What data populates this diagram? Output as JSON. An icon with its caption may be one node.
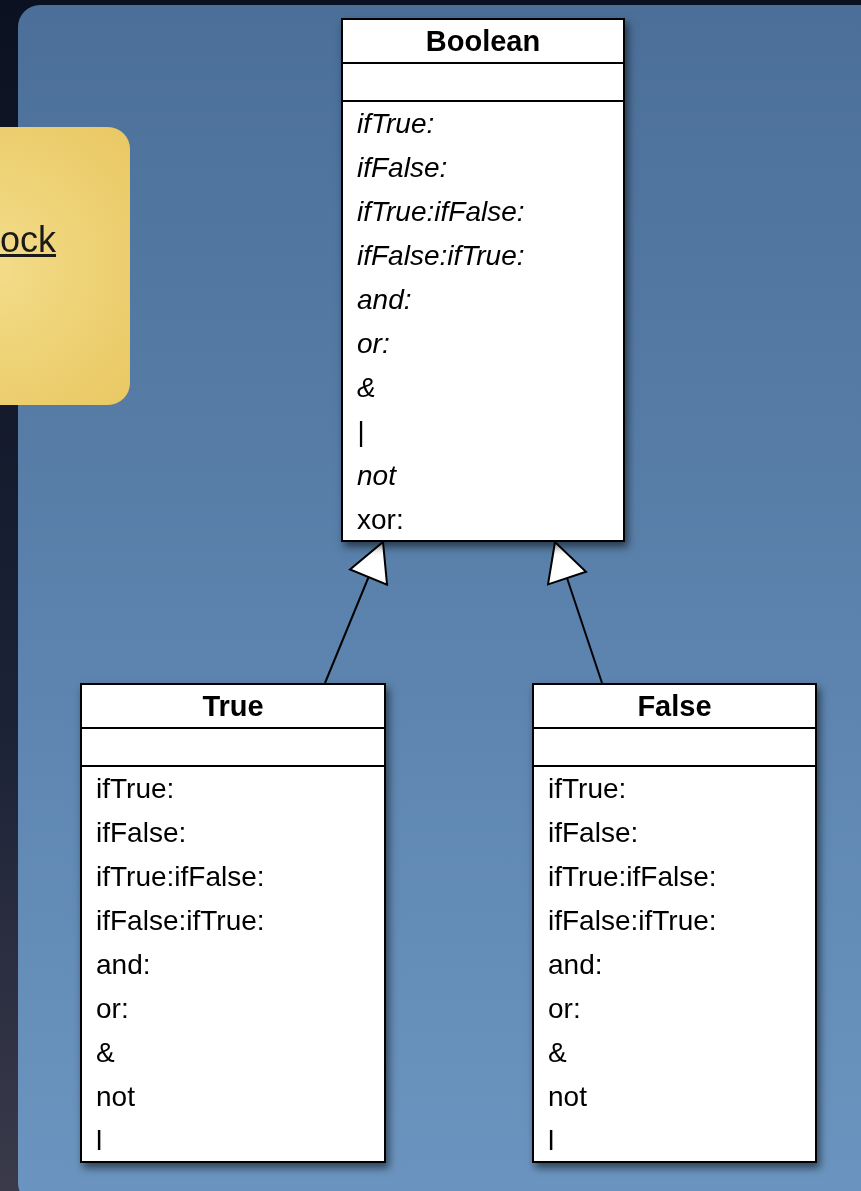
{
  "diagram": {
    "nodes": [
      {
        "text": [
          "ock"
        ]
      },
      {
        "text": [
          "Boolean",
          "*ifTrue:*",
          "*ifFalse:*",
          "*ifTrue:ifFalse:*",
          "*ifFalse:ifTrue:*",
          "*and:*",
          "*or:*",
          "*&*",
          "*|*",
          "*not*",
          "xor:"
        ]
      },
      {
        "text": [
          "True",
          "ifTrue:",
          "ifFalse:",
          "ifTrue:ifFalse:",
          "ifFalse:ifTrue:",
          "and:",
          "or:",
          "&",
          "not",
          "l"
        ]
      },
      {
        "text": [
          "False",
          "ifTrue:",
          "ifFalse:",
          "ifTrue:ifFalse:",
          "ifFalse:ifTrue:",
          "and:",
          "or:",
          "&",
          "not",
          "l"
        ]
      }
    ],
    "edges": [
      {
        "from": 2,
        "to": 1,
        "arrow": "to"
      },
      {
        "from": 3,
        "to": 1,
        "arrow": "to"
      }
    ]
  }
}
